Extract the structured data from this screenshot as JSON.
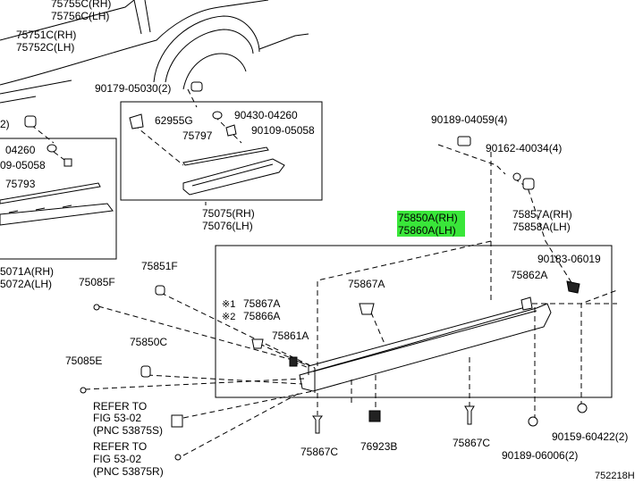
{
  "labels": {
    "p75755c": "75755C(RH)",
    "p75756c": "75756C(LH)",
    "p75751c": "75751C(RH)",
    "p75752c": "75752C(LH)",
    "p90179": "90179-05030(2)",
    "p62955g": "62955G",
    "p90430": "90430-04260",
    "p75797": "75797",
    "p90109a": "90109-05058",
    "p75075": "75075(RH)",
    "p75076": "75076(LH)",
    "p90189a": "90189-04059(4)",
    "p90162": "90162-40034(4)",
    "p75857a": "75857A(RH)",
    "p75858a": "75858A(LH)",
    "left_num": "2)",
    "p04260": "04260",
    "p09_05058": "09-05058",
    "p75793": "75793",
    "p75071a": "5071A(RH)",
    "p75072a": "5072A(LH)",
    "p75850a": "75850A(RH)",
    "p75860a": "75860A(LH)",
    "p75851f": "75851F",
    "p75085f": "75085F",
    "p75867a_a": "75867A",
    "p75866a": "75866A",
    "mark1": "※1",
    "mark2": "※2",
    "p75867a_b": "75867A",
    "p90183": "90183-06019",
    "p75862a": "75862A",
    "p75861a": "75861A",
    "p75850c": "75850C",
    "p75085e": "75085E",
    "refer1_a": "REFER TO",
    "refer1_b": "FIG 53-02",
    "refer1_c": "(PNC 53875S)",
    "refer2_a": "REFER TO",
    "refer2_b": "FIG 53-02",
    "refer2_c": "(PNC 53875R)",
    "p75867c_a": "75867C",
    "p76923b": "76923B",
    "p75867c_b": "75867C",
    "p90159": "90159-60422(2)",
    "p90189b": "90189-06006(2)",
    "fig_code": "752218H"
  },
  "highlight_color": "#39e639"
}
